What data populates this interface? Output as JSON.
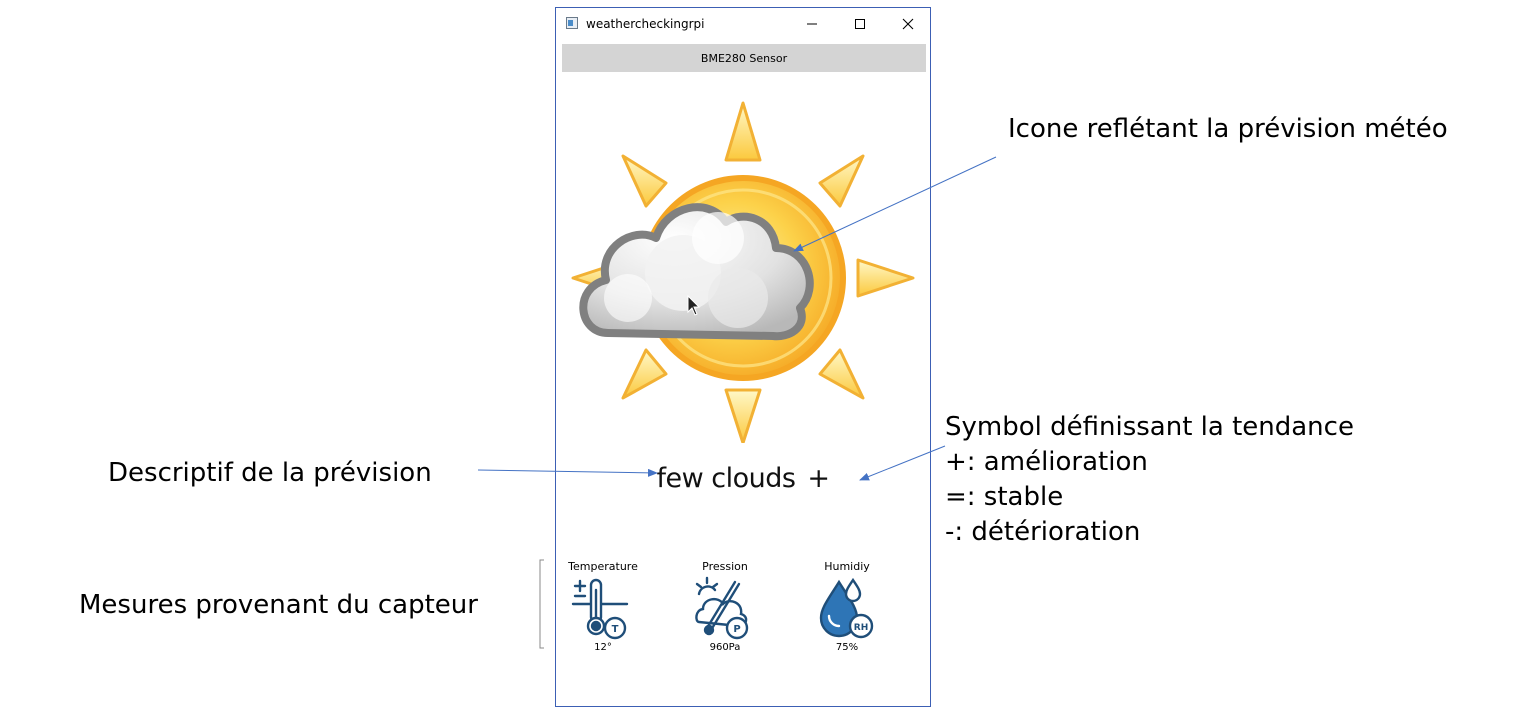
{
  "window": {
    "title": "weathercheckingrpi",
    "header": "BME280 Sensor"
  },
  "forecast": {
    "description": "few clouds",
    "trend_symbol": "+"
  },
  "sensors": [
    {
      "label": "Temperature",
      "value": "12°",
      "icon": "thermometer-icon",
      "badge": "T"
    },
    {
      "label": "Pression",
      "value": "960Pa",
      "icon": "barometer-icon",
      "badge": "P"
    },
    {
      "label": "Humidiy",
      "value": "75%",
      "icon": "humidity-drop-icon",
      "badge": "RH"
    }
  ],
  "annotations": {
    "icon": "Icone reflétant la prévision météo",
    "description": "Descriptif de la prévision",
    "sensors": "Mesures provenant du capteur",
    "trend_lines": [
      "Symbol définissant la tendance",
      "+: amélioration",
      "=: stable",
      "-: détérioration"
    ]
  },
  "colors": {
    "sensor_icon_blue": "#1f4e79",
    "sun_yellow": "#fbc93d",
    "sun_orange": "#f5a623",
    "annotation_arrow": "#4472c4",
    "window_border": "#3c5fb4"
  }
}
